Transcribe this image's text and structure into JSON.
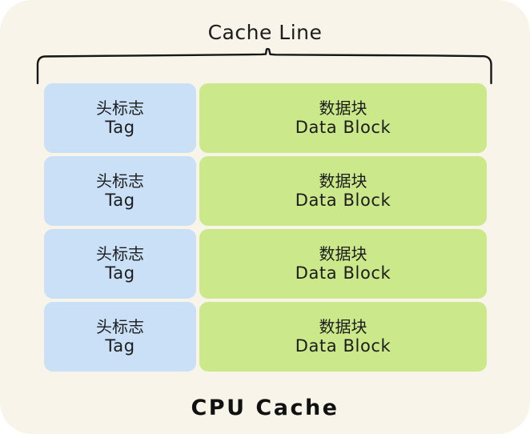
{
  "diagram": {
    "title": "CPU Cache",
    "bracket_label": "Cache Line",
    "colors": {
      "card_background": "#f8f4ea",
      "page_background": "#ffffff",
      "tag_cell": "#c9e0f7",
      "data_cell": "#cbe88a",
      "ink": "#1c1c1c"
    },
    "cache_lines": [
      {
        "tag": {
          "zh": "头标志",
          "en": "Tag"
        },
        "data": {
          "zh": "数据块",
          "en": "Data Block"
        }
      },
      {
        "tag": {
          "zh": "头标志",
          "en": "Tag"
        },
        "data": {
          "zh": "数据块",
          "en": "Data Block"
        }
      },
      {
        "tag": {
          "zh": "头标志",
          "en": "Tag"
        },
        "data": {
          "zh": "数据块",
          "en": "Data Block"
        }
      },
      {
        "tag": {
          "zh": "头标志",
          "en": "Tag"
        },
        "data": {
          "zh": "数据块",
          "en": "Data Block"
        }
      }
    ]
  }
}
